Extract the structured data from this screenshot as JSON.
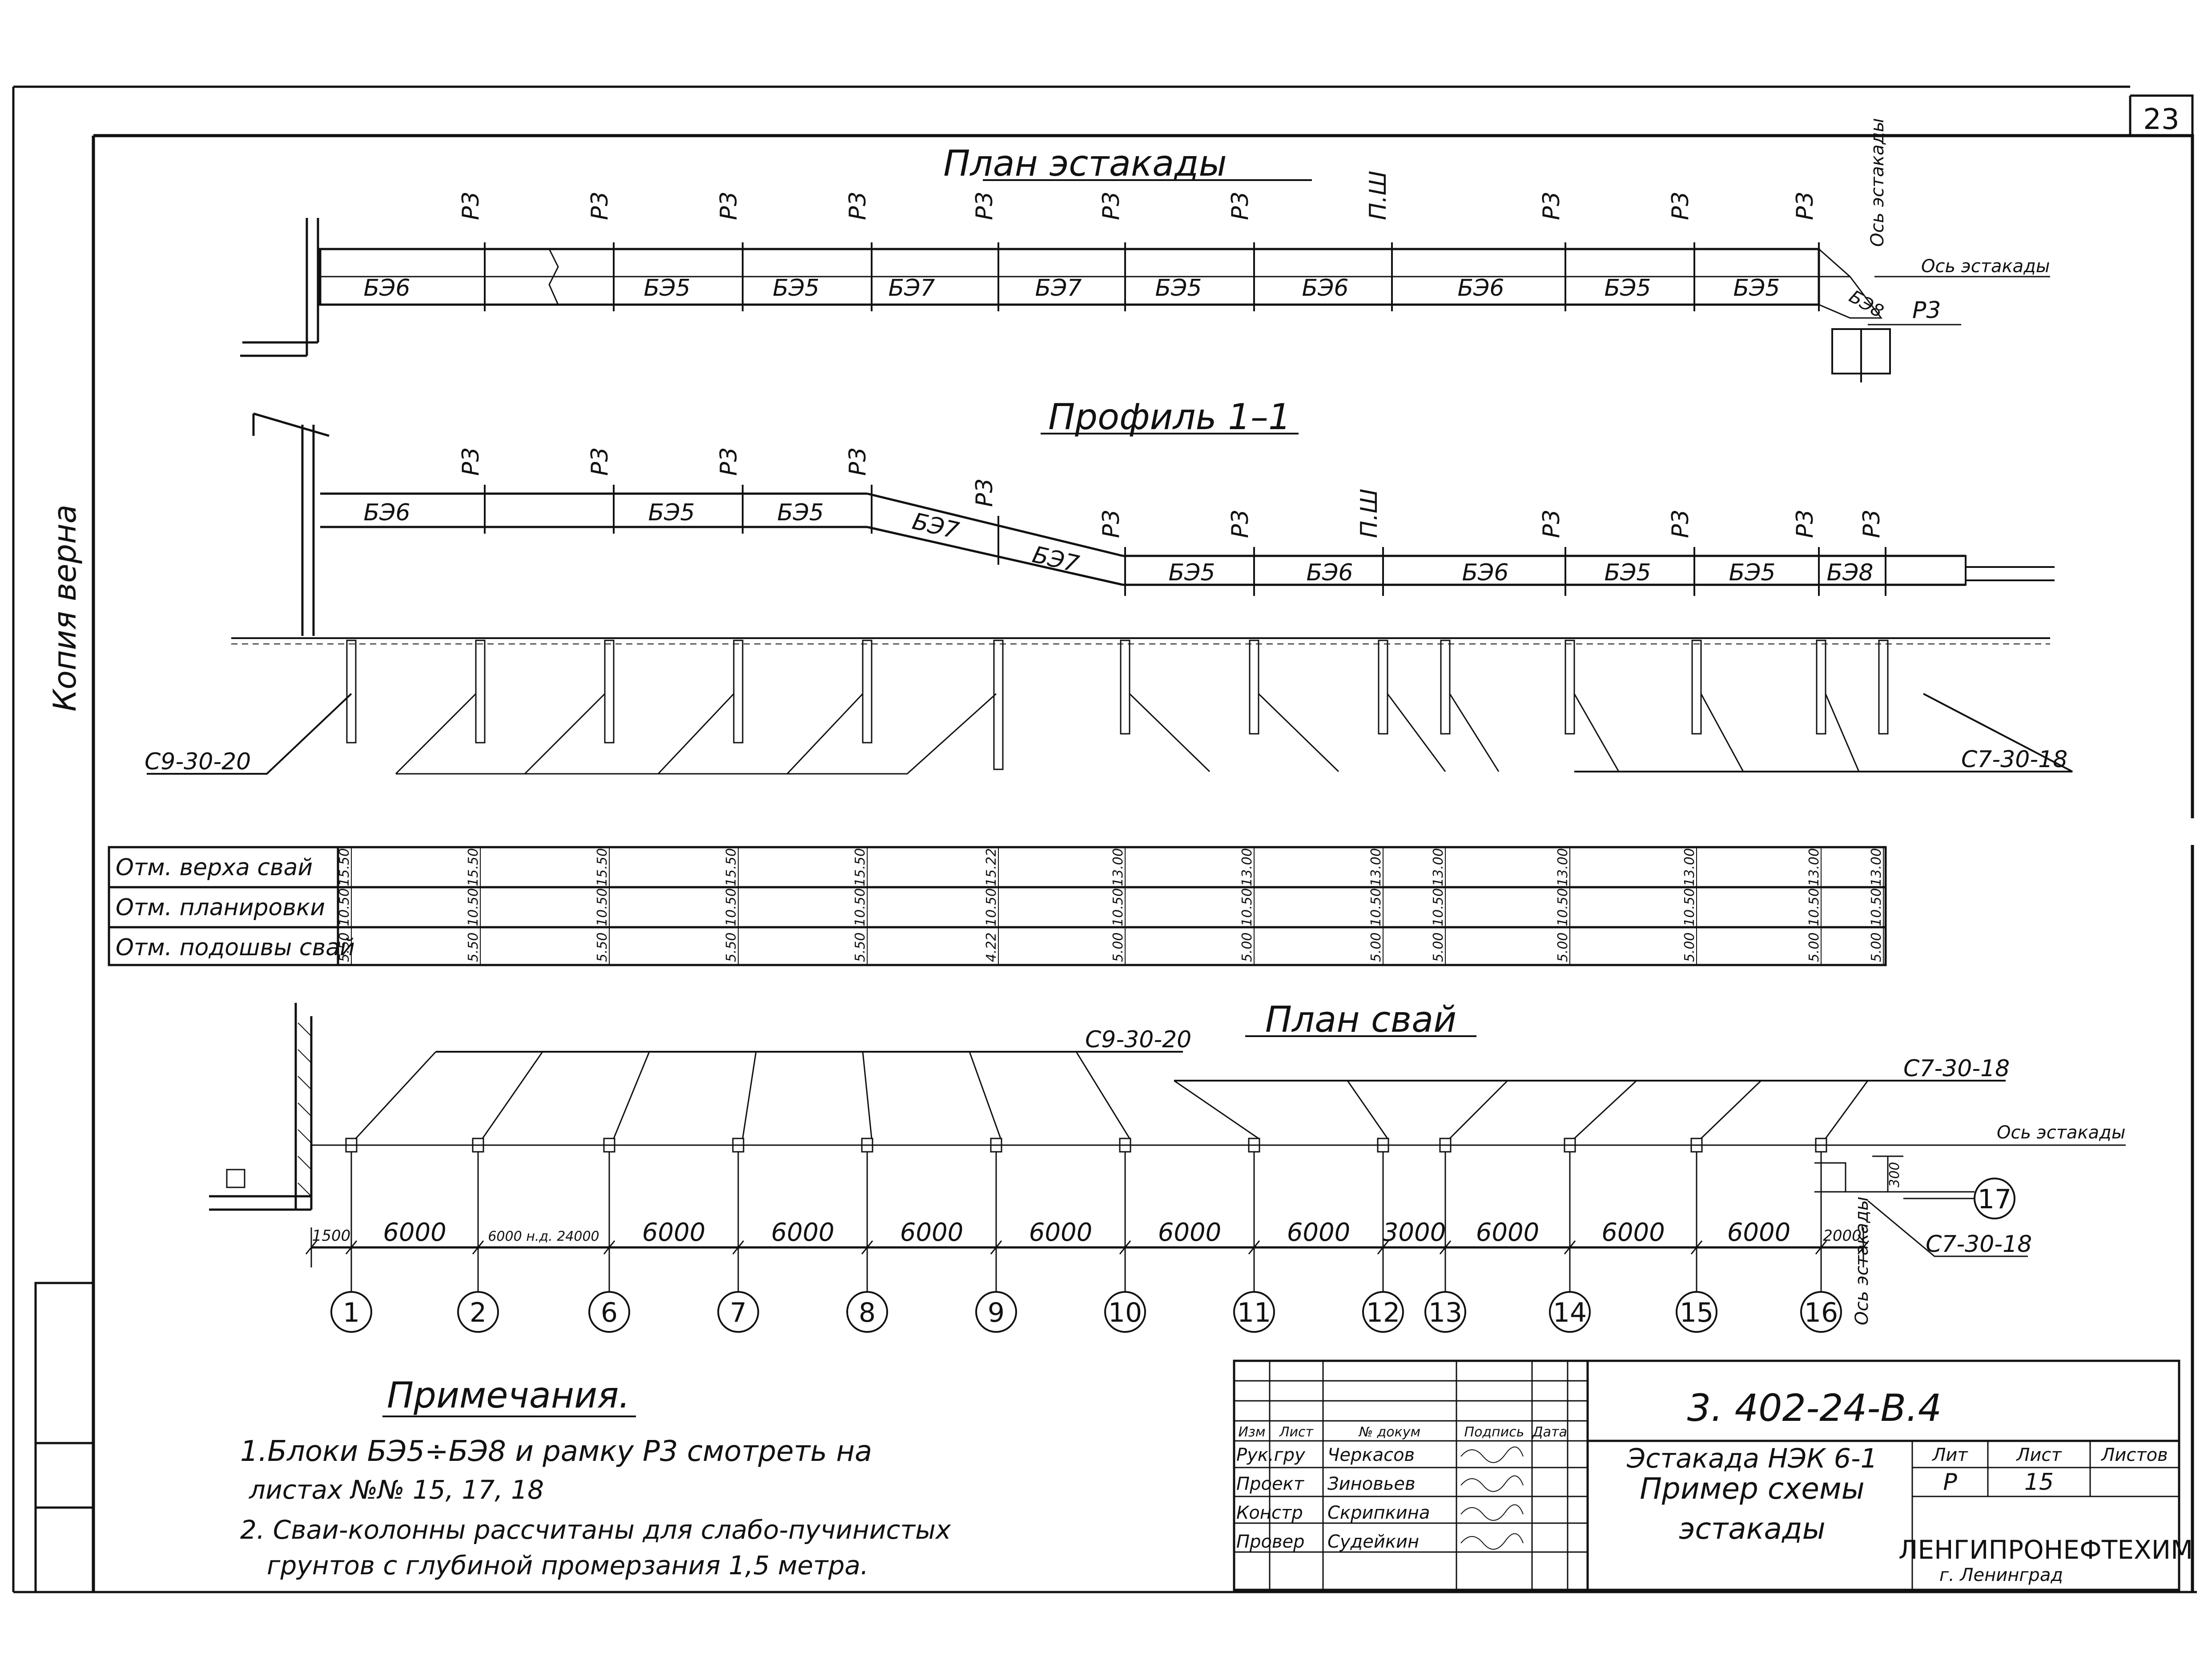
{
  "sheet": {
    "number": "23"
  },
  "side_note": "Копия верна",
  "plan": {
    "title": "План эстакады",
    "frame_labels": [
      "Р3",
      "Р3",
      "Р3",
      "Р3",
      "Р3",
      "Р3",
      "Р3",
      "П.Ш",
      "Р3",
      "Р3",
      "Р3"
    ],
    "beams": [
      "БЭ6",
      "БЭ5",
      "БЭ5",
      "БЭ7",
      "БЭ7",
      "БЭ5",
      "БЭ6",
      "БЭ6",
      "БЭ5",
      "БЭ5"
    ],
    "end_beam": "БЭ8",
    "end_frame": "Р3",
    "axis_label": "Ось эстакады",
    "axis_label_vertical": "Ось эстакады"
  },
  "profile": {
    "title": "Профиль 1–1",
    "frame_labels": [
      "Р3",
      "Р3",
      "Р3",
      "Р3",
      "Р3",
      "Р3",
      "Р3",
      "П.Ш",
      "Р3",
      "Р3",
      "Р3",
      "Р3"
    ],
    "beams": [
      "БЭ6",
      "БЭ5",
      "БЭ5",
      "БЭ7",
      "БЭ7",
      "БЭ5",
      "БЭ6",
      "БЭ6",
      "БЭ5",
      "БЭ5",
      "БЭ8"
    ],
    "pile_left": "С9-30-20",
    "pile_right": "С7-30-18"
  },
  "table": {
    "rows": [
      "Отм. верха свай",
      "Отм. планировки",
      "Отм. подошвы свай"
    ],
    "cells": [
      [
        "15.50",
        "15.50",
        "15.50",
        "15.50",
        "15.50",
        "15.22",
        "13.00",
        "13.00",
        "13.00",
        "13.00",
        "13.00",
        "13.00",
        "13.00",
        "13.00"
      ],
      [
        "10.50",
        "10.50",
        "10.50",
        "10.50",
        "10.50",
        "10.50",
        "10.50",
        "10.50",
        "10.50",
        "10.50",
        "10.50",
        "10.50",
        "10.50",
        "10.50"
      ],
      [
        "5.50",
        "5.50",
        "5.50",
        "5.50",
        "5.50",
        "4.22",
        "5.00",
        "5.00",
        "5.00",
        "5.00",
        "5.00",
        "5.00",
        "5.00",
        "5.00"
      ]
    ]
  },
  "piles_plan": {
    "title": "План свай",
    "label_c9": "С9-30-20",
    "label_c7": "С7-30-18",
    "label_c7_bottom": "С7-30-18",
    "axis_label": "Ось эстакады",
    "axis_label_vertical": "Ось эстакады",
    "offset_dim": "300",
    "dims": [
      "1500",
      "6000",
      "6000 н.д. 24000",
      "6000",
      "6000",
      "6000",
      "6000",
      "6000",
      "6000",
      "3000",
      "6000",
      "6000",
      "6000",
      "2000"
    ],
    "axes": [
      "1",
      "2",
      "6",
      "7",
      "8",
      "9",
      "10",
      "11",
      "12",
      "13",
      "14",
      "15",
      "16"
    ],
    "extra_axis": "17"
  },
  "notes": {
    "title": "Примечания.",
    "lines": [
      "1.Блоки БЭ5÷БЭ8 и рамку Р3 смотреть на",
      "листах №№ 15, 17, 18",
      "2. Сваи-колонны рассчитаны для слабо-пучинистых",
      "грунтов с глубиной промерзания 1,5 метра."
    ]
  },
  "title_block": {
    "code": "3. 402-24-В.4",
    "header_cols": [
      "Изм",
      "Лист",
      "№ докум",
      "Подпись",
      "Дата"
    ],
    "roles": [
      "Рук.гру",
      "Проект",
      "Констр",
      "Провер"
    ],
    "names": [
      "Черкасов",
      "Зиновьев",
      "Скрипкина",
      "Судейкин"
    ],
    "description": [
      "Эстакада НЭК 6-1",
      "Пример схемы",
      "эстакады"
    ],
    "stage_header": [
      "Лит",
      "Лист",
      "Листов"
    ],
    "stage_values": [
      "Р",
      "15",
      ""
    ],
    "org": "ЛЕНГИПРОНЕФТЕХИМ",
    "city": "г. Ленинград"
  }
}
